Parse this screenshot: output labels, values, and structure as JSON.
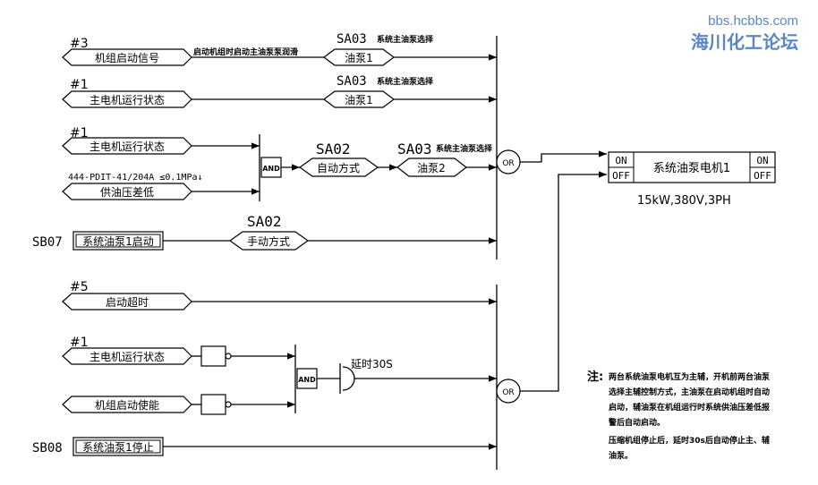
{
  "watermark": {
    "url": "bbs.hcbbs.com",
    "name": "海川化工论坛"
  },
  "signals": {
    "s1": {
      "tag": "#3",
      "label": "机组启动信号"
    },
    "s2": {
      "tag": "#1",
      "label": "主电机运行状态"
    },
    "s3": {
      "tag": "#1",
      "label": "主电机运行状态"
    },
    "s4": {
      "tag": "444-PDIT-41/204A ≤0.1MPa↓",
      "label": "供油压差低"
    },
    "s5": {
      "tag": "#5",
      "label": "启动超时"
    },
    "s6": {
      "tag": "#1",
      "label": "主电机运行状态"
    },
    "s7": {
      "label": "机组启动使能"
    }
  },
  "buttons": {
    "sb07": {
      "id": "SB07",
      "label": "系统油泵1启动"
    },
    "sb08": {
      "id": "SB08",
      "label": "系统油泵1停止"
    }
  },
  "row1_note": "启动机组时启动主油泵泵润滑",
  "switches": {
    "sa03_a": {
      "id": "SA03",
      "desc": "系统主油泵选择",
      "label": "油泵1"
    },
    "sa03_b": {
      "id": "SA03",
      "desc": "系统主油泵选择",
      "label": "油泵1"
    },
    "sa03_c": {
      "id": "SA03",
      "desc": "系统主油泵选择",
      "label": "油泵2"
    },
    "sa02_a": {
      "id": "SA02",
      "label": "自动方式"
    },
    "sa02_b": {
      "id": "SA02",
      "label": "手动方式"
    }
  },
  "gates": {
    "and1": "AND",
    "and2": "AND",
    "or1": "OR",
    "or2": "OR"
  },
  "timer": "延时30S",
  "motor": {
    "name": "系统油泵电机1",
    "on": "ON",
    "off": "OFF",
    "spec": "15kW,380V,3PH"
  },
  "note": {
    "prefix": "注:",
    "lines": [
      "两台系统油泵电机互为主辅，开机前两台油泵",
      "选择主辅控制方式，主油泵在启动机组时自动",
      "启动，辅油泵在机组运行时系统供油压差低报",
      "警后自动启动。",
      "压缩机组停止后，延时30s后自动停止主、辅",
      "油泵。"
    ]
  }
}
